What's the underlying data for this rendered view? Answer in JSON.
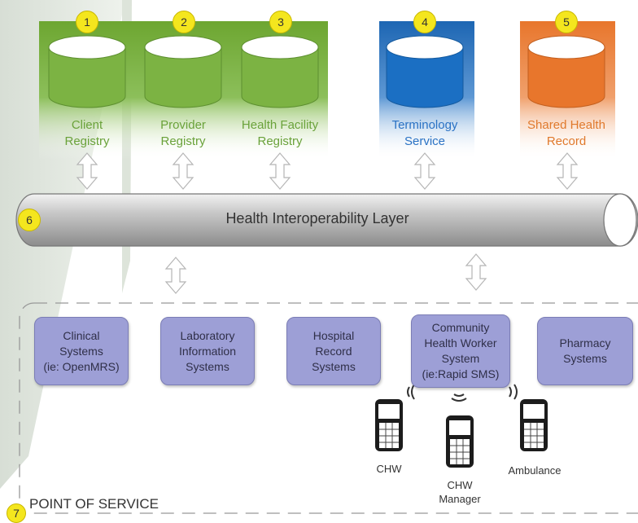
{
  "registries": [
    {
      "number": "1",
      "label": "Client\nRegistry",
      "color": "#7cb343"
    },
    {
      "number": "2",
      "label": "Provider\nRegistry",
      "color": "#7cb343"
    },
    {
      "number": "3",
      "label": "Health Facility\nRegistry",
      "color": "#7cb343"
    },
    {
      "number": "4",
      "label": "Terminology\nService",
      "color": "#1b6fc3"
    },
    {
      "number": "5",
      "label": "Shared Health\nRecord",
      "color": "#e8762c"
    }
  ],
  "layer": {
    "number": "6",
    "label": "Health Interoperability Layer"
  },
  "point_of_service": {
    "number": "7",
    "title": "POINT OF SERVICE",
    "systems": [
      {
        "label": "Clinical\nSystems\n(ie: OpenMRS)"
      },
      {
        "label": "Laboratory\nInformation\nSystems"
      },
      {
        "label": "Hospital\nRecord\nSystems"
      },
      {
        "label": "Community\nHealth Worker\nSystem\n(ie:Rapid SMS)"
      },
      {
        "label": "Pharmacy\nSystems"
      }
    ],
    "devices": [
      {
        "label": "CHW"
      },
      {
        "label": "CHW\nManager"
      },
      {
        "label": "Ambulance"
      }
    ]
  }
}
